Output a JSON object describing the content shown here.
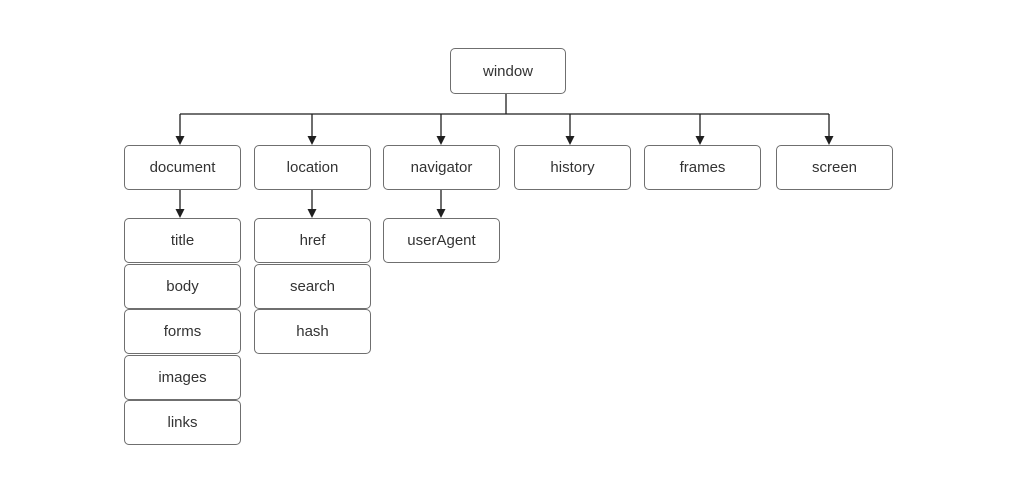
{
  "colors": {
    "stroke": "#1f1f1f",
    "box_border": "#6f6f6f",
    "text": "#333333",
    "background": "#ffffff"
  },
  "tree": {
    "root": "window",
    "children": [
      {
        "label": "document",
        "properties": [
          "title",
          "body",
          "forms",
          "images",
          "links"
        ]
      },
      {
        "label": "location",
        "properties": [
          "href",
          "search",
          "hash"
        ]
      },
      {
        "label": "navigator",
        "properties": [
          "userAgent"
        ]
      },
      {
        "label": "history",
        "properties": []
      },
      {
        "label": "frames",
        "properties": []
      },
      {
        "label": "screen",
        "properties": []
      }
    ]
  }
}
